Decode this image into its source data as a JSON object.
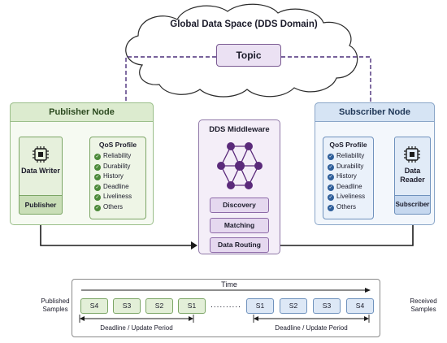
{
  "cloud": {
    "title": "Global Data Space (DDS Domain)",
    "topic": "Topic"
  },
  "publisher_node": {
    "title": "Publisher Node",
    "writer_label": "Data Writer",
    "publisher_label": "Publisher",
    "qos_title": "QoS Profile",
    "qos_items": [
      "Reliability",
      "Durability",
      "History",
      "Deadline",
      "Liveliness",
      "Others"
    ]
  },
  "subscriber_node": {
    "title": "Subscriber Node",
    "reader_label": "Data Reader",
    "subscriber_label": "Subscriber",
    "qos_title": "QoS Profile",
    "qos_items": [
      "Reliability",
      "Durability",
      "History",
      "Deadline",
      "Liveliness",
      "Others"
    ]
  },
  "middleware": {
    "title": "DDS Middleware",
    "functions": [
      "Discovery",
      "Matching",
      "Data Routing"
    ]
  },
  "timeline": {
    "time_label": "Time",
    "published_label": "Published Samples",
    "received_label": "Received Samples",
    "published_samples": [
      "S4",
      "S3",
      "S2",
      "S1"
    ],
    "received_samples": [
      "S1",
      "S2",
      "S3",
      "S4"
    ],
    "dots": "..........",
    "deadline_label": "Deadline / Update Period"
  },
  "colors": {
    "publisher_green": "#7ca666",
    "subscriber_blue": "#6f92bd",
    "middleware_purple": "#8d6aa8",
    "graph_node": "#5a2a7a"
  },
  "icons": {
    "writer_icon": "chip-icon",
    "reader_icon": "chip-icon",
    "network_icon": "network-graph-icon",
    "check_icon": "check-circle-icon"
  }
}
